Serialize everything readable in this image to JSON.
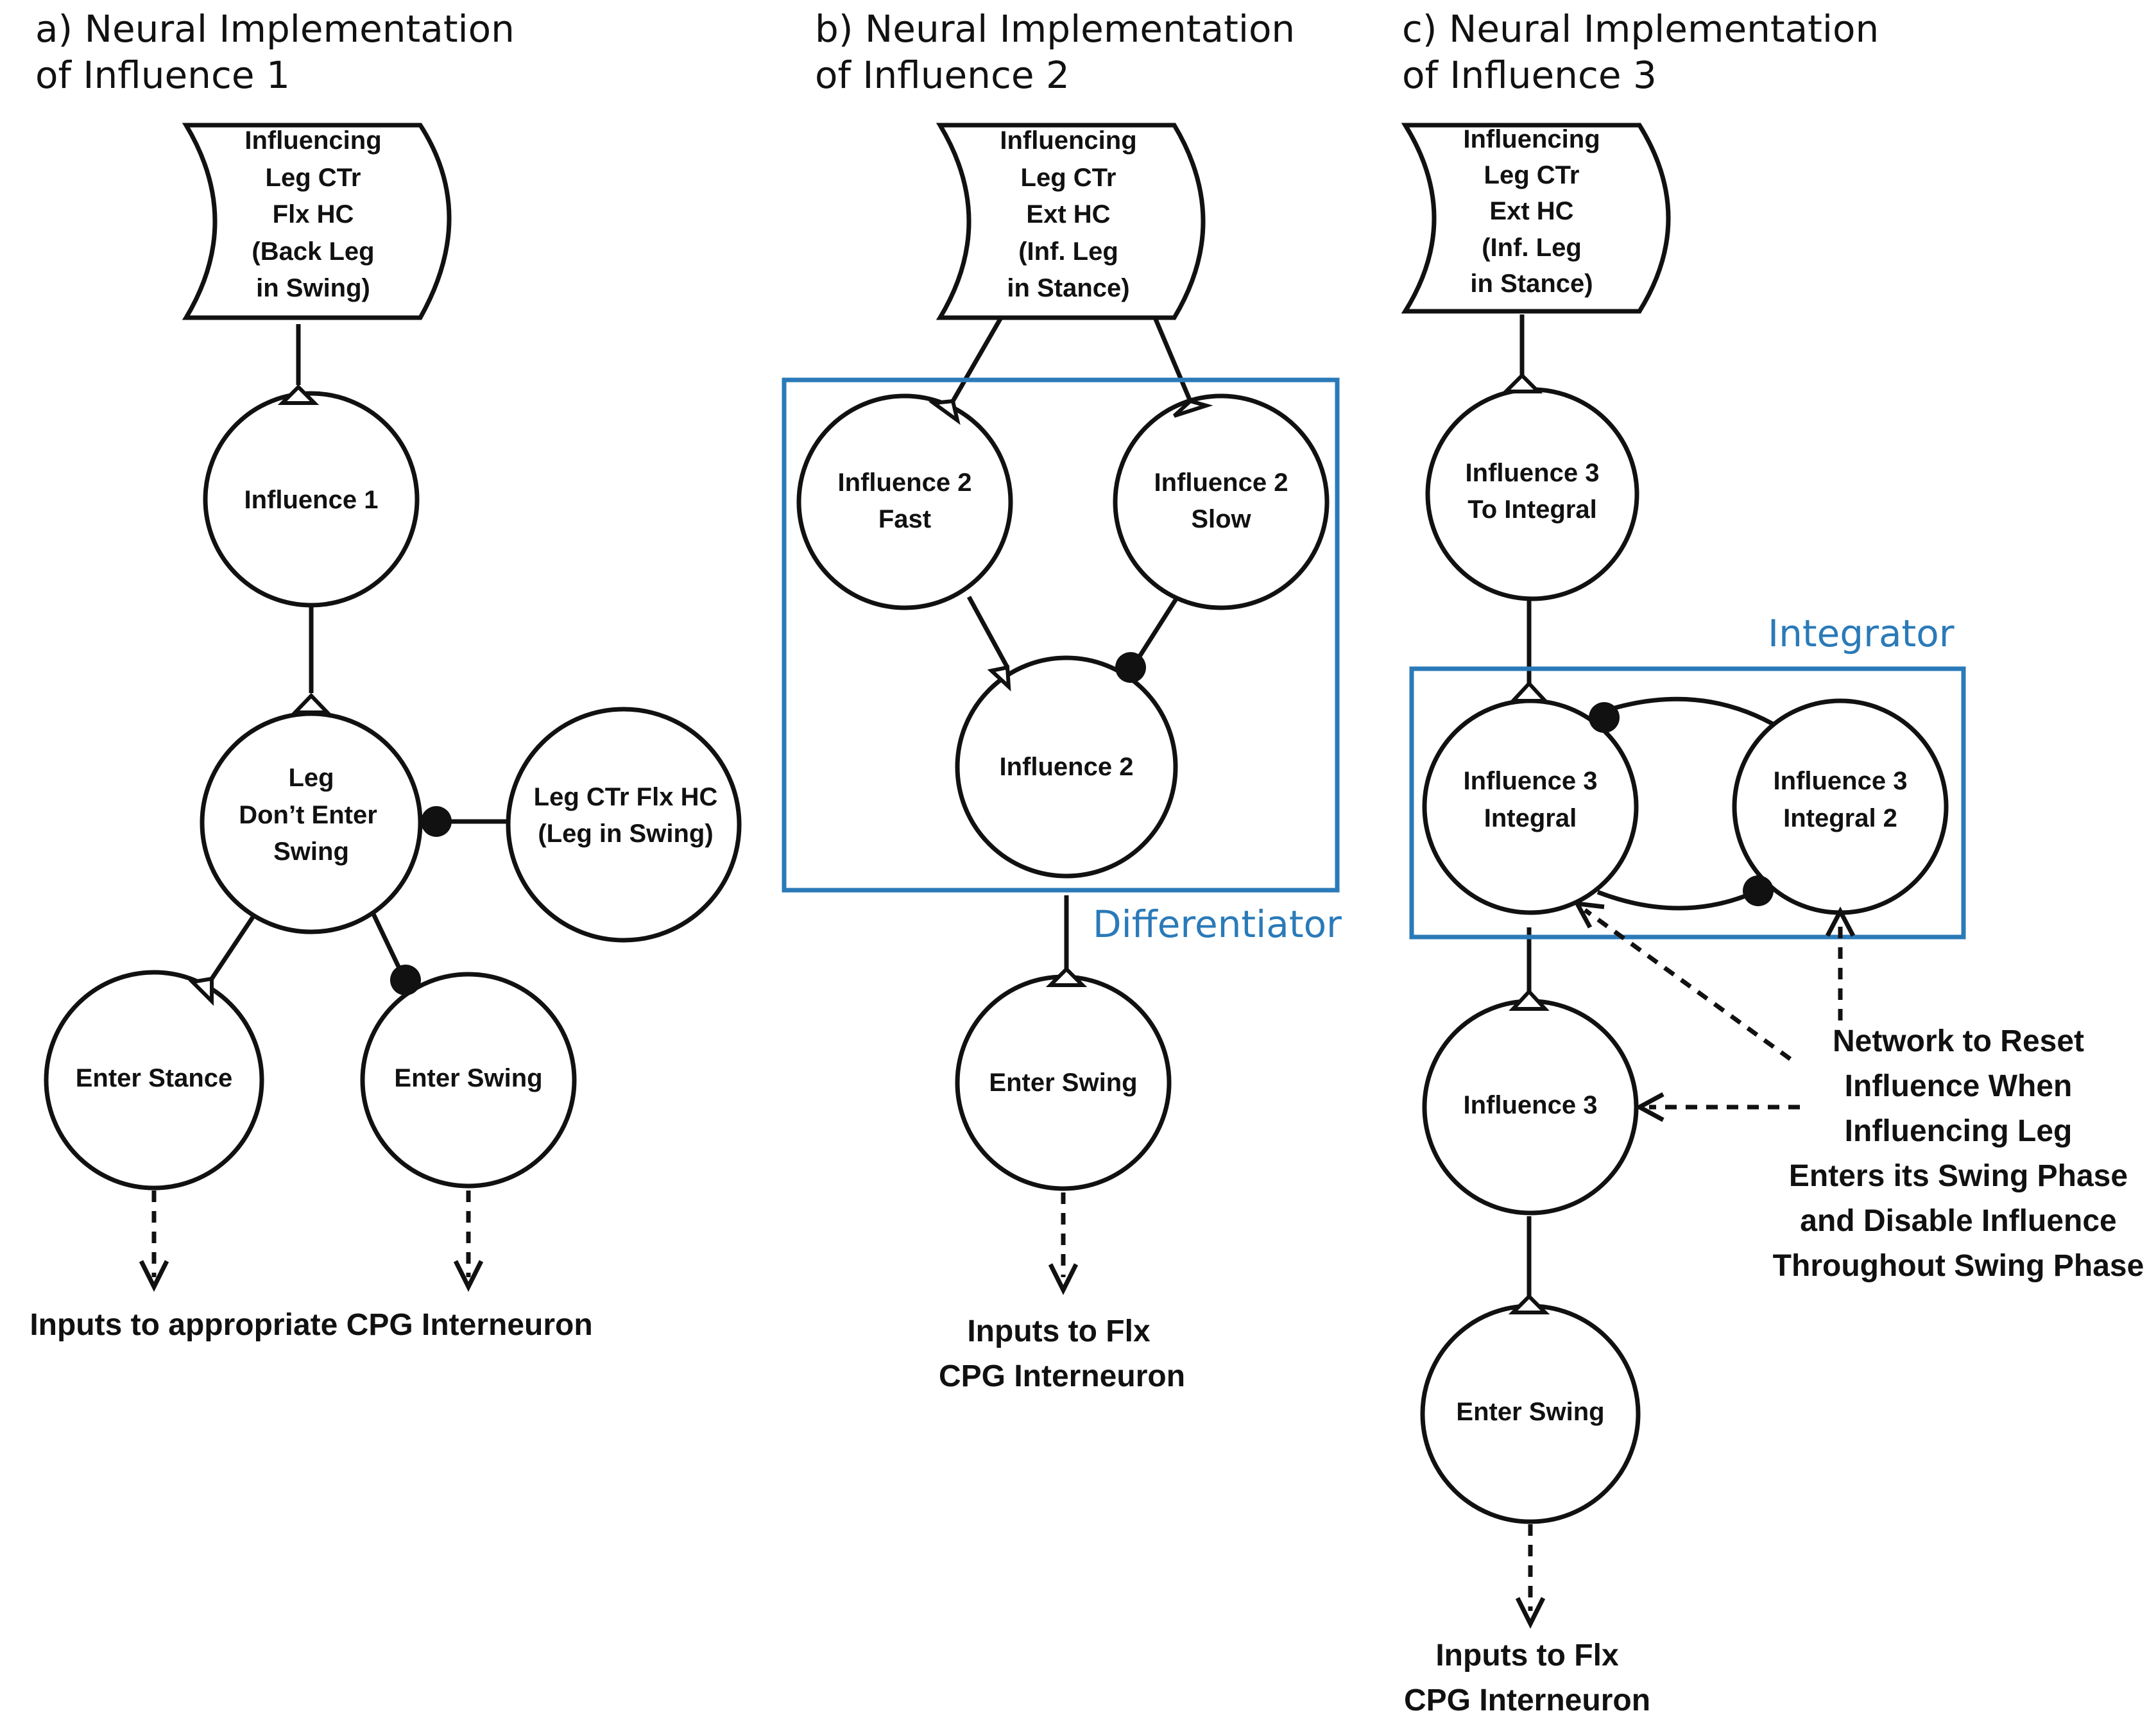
{
  "titles": {
    "a": [
      "a) Neural Implementation",
      "of Influence 1"
    ],
    "b": [
      "b) Neural Implementation",
      "of Influence 2"
    ],
    "c": [
      "c) Neural Implementation",
      "of Influence 3"
    ]
  },
  "sources": {
    "a": [
      "Influencing",
      "Leg CTr",
      "Flx HC",
      "(Back Leg",
      "in Swing)"
    ],
    "b": [
      "Influencing",
      "Leg CTr",
      "Ext HC",
      "(Inf. Leg",
      "in Stance)"
    ],
    "c": [
      "Influencing",
      "Leg CTr",
      "Ext HC",
      "(Inf. Leg",
      "in Stance)"
    ]
  },
  "nodes": {
    "a_influence1": [
      "Influence 1"
    ],
    "a_dont_enter": [
      "Leg",
      "Don’t Enter",
      "Swing"
    ],
    "a_leg_ctr": [
      "Leg CTr Flx HC",
      "(Leg in Swing)"
    ],
    "a_enter_stance": [
      "Enter Stance"
    ],
    "a_enter_swing": [
      "Enter Swing"
    ],
    "b_fast": [
      "Influence 2",
      "Fast"
    ],
    "b_slow": [
      "Influence 2",
      "Slow"
    ],
    "b_influence2": [
      "Influence 2"
    ],
    "b_enter_swing": [
      "Enter Swing"
    ],
    "c_to_integral": [
      "Influence 3",
      "To Integral"
    ],
    "c_integral": [
      "Influence 3",
      "Integral"
    ],
    "c_integral2": [
      "Influence 3",
      "Integral 2"
    ],
    "c_influence3": [
      "Influence 3"
    ],
    "c_enter_swing": [
      "Enter Swing"
    ]
  },
  "boxes": {
    "differentiator": "Differentiator",
    "integrator": "Integrator"
  },
  "outputs": {
    "a": [
      "Inputs to appropriate CPG Interneuron"
    ],
    "b": [
      "Inputs to Flx",
      "CPG Interneuron"
    ],
    "c": [
      "Inputs to Flx",
      "CPG Interneuron"
    ]
  },
  "reset_note": [
    "Network to Reset",
    "Influence When",
    "Influencing Leg",
    "Enters its Swing Phase",
    "and Disable Influence",
    "Throughout Swing Phase"
  ]
}
